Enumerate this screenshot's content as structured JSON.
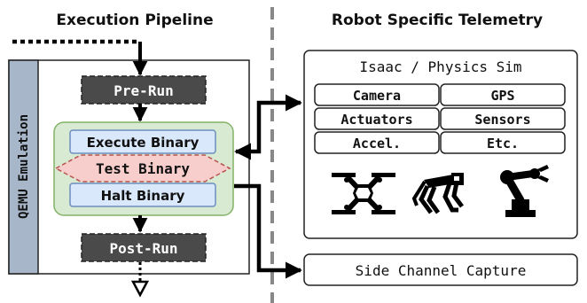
{
  "titles": {
    "left": "Execution Pipeline",
    "right": "Robot Specific Telemetry"
  },
  "pipeline": {
    "emulator_label": "QEMU Emulation",
    "pre_run": "Pre-Run",
    "execute_binary": "Execute Binary",
    "test_binary": "Test Binary",
    "halt_binary": "Halt Binary",
    "post_run": "Post-Run"
  },
  "telemetry": {
    "sim_title": "Isaac / Physics Sim",
    "sensors": [
      "Camera",
      "GPS",
      "Actuators",
      "Sensors",
      "Accel.",
      "Etc."
    ],
    "robots": [
      "quadcopter-drone",
      "quadruped-robot",
      "robotic-arm"
    ],
    "side_channel": "Side Channel Capture"
  },
  "colors": {
    "dark_box": "#4a4a4a",
    "green_fill": "#d9ead3",
    "green_stroke": "#82b366",
    "blue_fill": "#dae8fc",
    "blue_stroke": "#6c8ebf",
    "red_fill": "#f8cecc",
    "red_stroke": "#b85450",
    "side_bar": "#a7b7c9",
    "divider": "#888888"
  }
}
